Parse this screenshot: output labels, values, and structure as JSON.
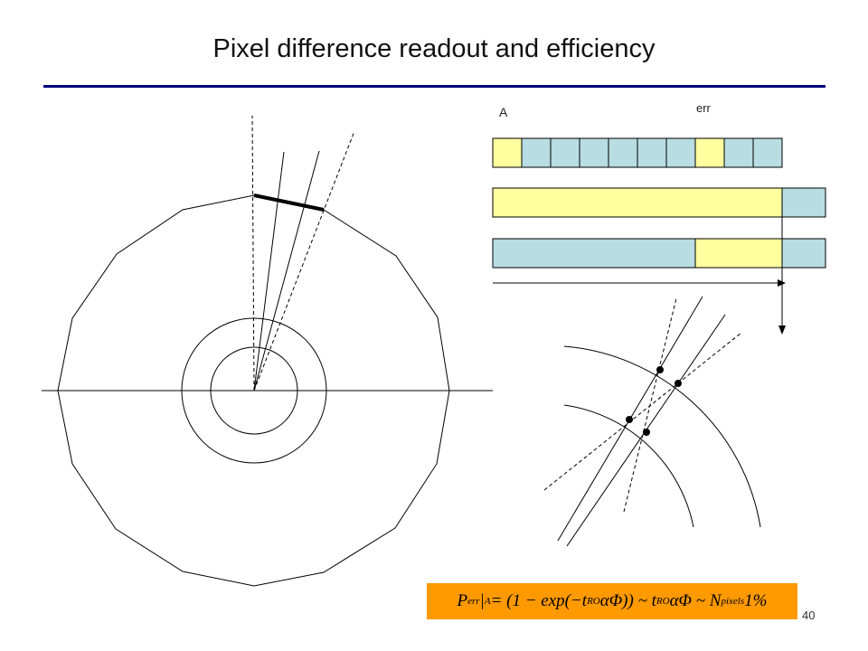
{
  "slide": {
    "title": "Pixel difference readout and efficiency",
    "page_number": "40"
  },
  "labels": {
    "a": "A",
    "err": "err"
  },
  "formula": {
    "p": "P",
    "err_sub": "err",
    "bar_a": " |",
    "a_sub": "A",
    "eq": " = (1 − exp(−t",
    "ro_sub1": "RO",
    "mid": "αΦ)) ~ t",
    "ro_sub2": "RO",
    "mid2": "αΦ ~ N",
    "pixels_sub": "pixels",
    "end": "1%"
  },
  "colors": {
    "title_rule": "#00007a",
    "cell_blue": "#b8dde2",
    "cell_yellow": "#ffffa0",
    "formula_bg": "#ff9900"
  }
}
